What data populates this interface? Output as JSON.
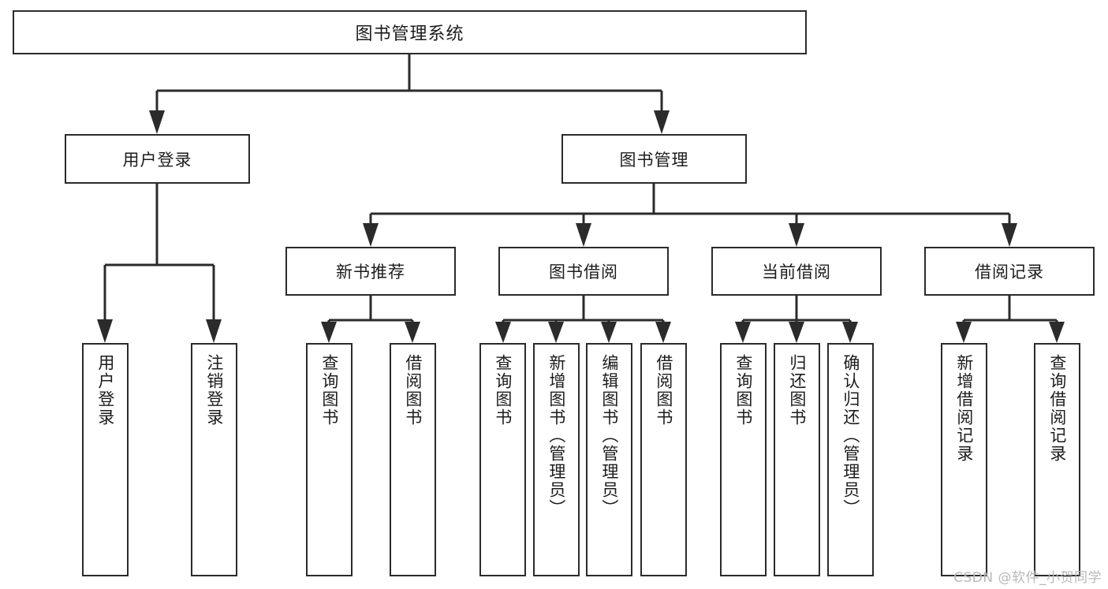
{
  "diagram": {
    "title": "图书管理系统",
    "type": "tree-hierarchy-diagram",
    "root": {
      "label": "图书管理系统"
    },
    "level2": [
      {
        "label": "用户登录"
      },
      {
        "label": "图书管理"
      }
    ],
    "level3": [
      {
        "label": "新书推荐"
      },
      {
        "label": "图书借阅"
      },
      {
        "label": "当前借阅"
      },
      {
        "label": "借阅记录"
      }
    ],
    "leaves": {
      "user_login": [
        {
          "label": "用户登录"
        },
        {
          "label": "注销登录"
        }
      ],
      "new_book_recommend": [
        {
          "label": "查询图书"
        },
        {
          "label": "借阅图书"
        }
      ],
      "book_borrow": [
        {
          "label": "查询图书"
        },
        {
          "label": "新增图书（管理员）"
        },
        {
          "label": "编辑图书（管理员）"
        },
        {
          "label": "借阅图书"
        }
      ],
      "current_borrow": [
        {
          "label": "查询图书"
        },
        {
          "label": "归还图书"
        },
        {
          "label": "确认归还（管理员）"
        }
      ],
      "borrow_record": [
        {
          "label": "新增借阅记录"
        },
        {
          "label": "查询借阅记录"
        }
      ]
    }
  },
  "watermark": {
    "text": "CSDN @软件_小贺同学"
  },
  "colors": {
    "box_border": "#2b2b2b",
    "box_fill": "#ffffff",
    "connector": "#2b2b2b",
    "text": "#1c1c1c",
    "watermark": "#b8b8b8",
    "background": "#ffffff"
  }
}
